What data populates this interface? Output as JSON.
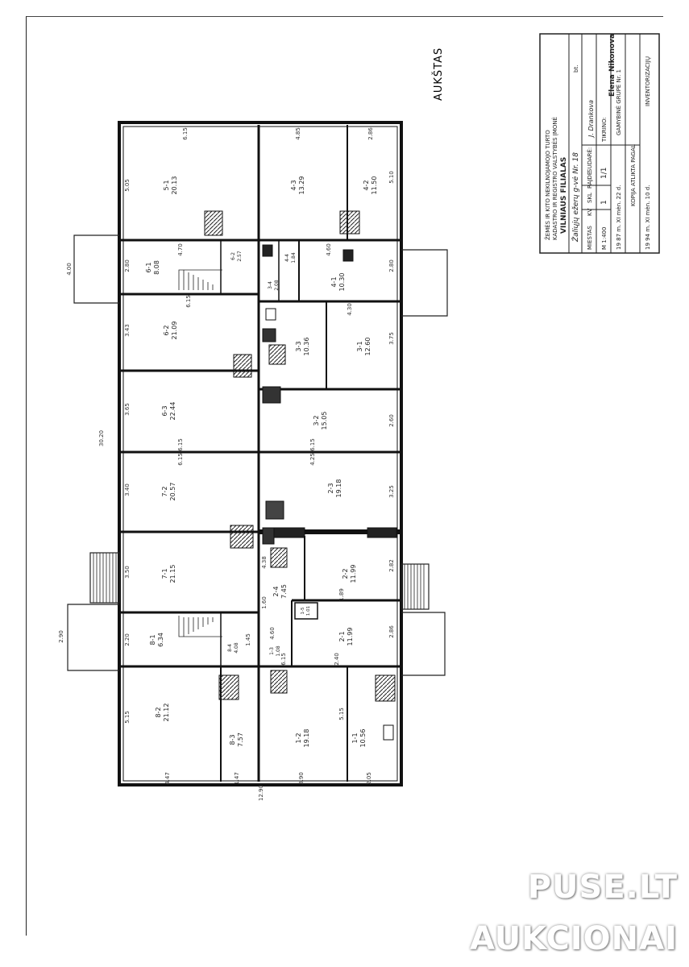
{
  "floor_heading": "AUKŠTAS",
  "stamp": {
    "lines": [
      "ŽEMĖS IR KITO NEKILNOJAMOJO TURTO",
      "KADASTRO IR REGISTRO VALSTYBĖS ĮMONĖ",
      "VILNIAUS FILIALAS"
    ],
    "address": "Žaliųjų ežerų g-vė Nr. 18",
    "address_suffix": "bt.",
    "table_headers": [
      "MIESTAS",
      "KV",
      "SKL",
      "RAJDE",
      "SUDARĖ:"
    ],
    "drafter": "J. Drankova",
    "checker_label": "TIKRINO:",
    "checker_name": "Elena Nikonova",
    "scale": "M 1:400",
    "sheet": "1",
    "sheet_count": "1/1",
    "date_line": "19 87 m. XI mėn. 22 d.",
    "group": "GAMYBINĖ GRUPĖ Nr. 1",
    "copy_label": "KOPIJA ATLIKTA PAGAL",
    "inventory_label": "INVENTORIZACIJŲ",
    "copy_date": "19 94 m. XI mėn. 10 d."
  },
  "rooms": [
    {
      "id": "5-1",
      "area": "20.13"
    },
    {
      "id": "4-3",
      "area": "13.29"
    },
    {
      "id": "4-2",
      "area": "11.50"
    },
    {
      "id": "6-1",
      "area": "8.08"
    },
    {
      "id": "6-2",
      "area": "2.57"
    },
    {
      "id": "4-4",
      "area": "1.84"
    },
    {
      "id": "3-4",
      "area": "2.08"
    },
    {
      "id": "4-1",
      "area": "10.30"
    },
    {
      "id": "6-2",
      "area": "21.09"
    },
    {
      "id": "3-3",
      "area": "10.36"
    },
    {
      "id": "3-1",
      "area": "12.60"
    },
    {
      "id": "6-3",
      "area": "22.44"
    },
    {
      "id": "3-2",
      "area": "15.05"
    },
    {
      "id": "7-2",
      "area": "20.57"
    },
    {
      "id": "2-3",
      "area": "19.18"
    },
    {
      "id": "7-1",
      "area": "21.15"
    },
    {
      "id": "2-2",
      "area": "11.99"
    },
    {
      "id": "2-4",
      "area": "7.45"
    },
    {
      "id": "8-1",
      "area": "6.34"
    },
    {
      "id": "8-4",
      "area": "4.08"
    },
    {
      "id": "1-5",
      "area": "1.01"
    },
    {
      "id": "1-3",
      "area": "1.08"
    },
    {
      "id": "2-1",
      "area": "11.99"
    },
    {
      "id": "8-2",
      "area": "21.12"
    },
    {
      "id": "8-3",
      "area": "7.57"
    },
    {
      "id": "1-2",
      "area": "19.18"
    },
    {
      "id": "1-1",
      "area": "10.56"
    }
  ],
  "dimensions": {
    "overall_length": "30.20",
    "overall_width": "12.90",
    "left_porch": "4.00",
    "right_porch": "2.90",
    "bottom_widths": [
      "4.47",
      "1.47",
      "3.90",
      "2.05"
    ],
    "top_widths": [
      "6.15",
      "4.85",
      "2.86"
    ],
    "left_depths": [
      "5.05",
      "2.80",
      "3.43",
      "3.65",
      "3.40",
      "3.50",
      "2.20",
      "5.15"
    ],
    "right_depths": [
      "5.10",
      "2.80",
      "3.75",
      "2.60",
      "3.25",
      "2.82",
      "2.86",
      "5.15"
    ],
    "misc": [
      "4.70",
      "4.60",
      "6.15",
      "4.30",
      "6.15",
      "6.15",
      "6.15",
      "4.25",
      "1.89",
      "4.38",
      "1.60",
      "4.60",
      "2.40",
      "1.45",
      "6.15"
    ]
  },
  "watermark": {
    "line1": "PUSE.LT",
    "line2": "AUKCIONAI"
  },
  "colors": {
    "ink": "#1a1a1a",
    "paper": "#ffffff"
  }
}
